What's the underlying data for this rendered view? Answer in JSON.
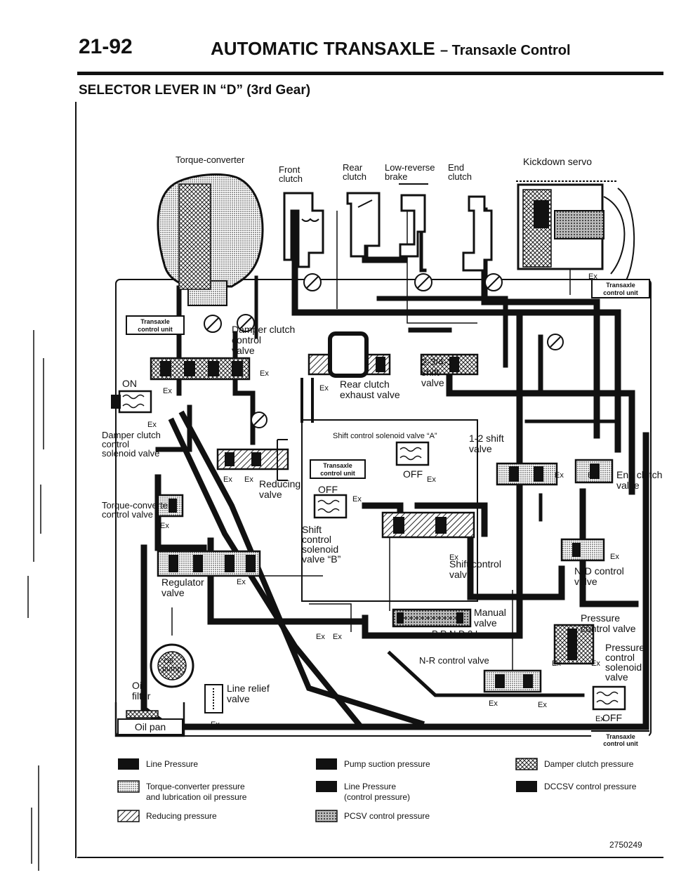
{
  "header": {
    "page_number": "21-92",
    "title": "AUTOMATIC TRANSAXLE",
    "subtitle": "– Transaxle Control"
  },
  "section_title": "SELECTOR LEVER IN “D” (3rd Gear)",
  "diagram": {
    "labels": {
      "torque_converter": "Torque-converter",
      "front_clutch_1": "Front",
      "front_clutch_2": "clutch",
      "rear_clutch_1": "Rear",
      "rear_clutch_2": "clutch",
      "low_reverse_1": "Low-reverse",
      "low_reverse_2": "brake",
      "end_clutch_1": "End",
      "end_clutch_2": "clutch",
      "kickdown_servo": "Kickdown servo",
      "tcu": "Transaxle",
      "tcu_2": "control unit",
      "on": "ON",
      "off": "OFF",
      "ex": "Ex",
      "damper_clutch_control_valve_1": "Damper clutch",
      "damper_clutch_control_valve_2": "control",
      "damper_clutch_control_valve_3": "valve",
      "damper_clutch_solenoid_1": "Damper clutch",
      "damper_clutch_solenoid_2": "control",
      "damper_clutch_solenoid_3": "solenoid valve",
      "shift_234_1": "2-3/4-3",
      "shift_234_2": "shift",
      "shift_234_3": "valve",
      "rear_clutch_exhaust_1": "Rear clutch",
      "rear_clutch_exhaust_2": "exhaust valve",
      "shift_solenoid_a": "Shift control solenoid valve “A”",
      "shift_12_1": "1-2 shift",
      "shift_12_2": "valve",
      "reducing_1": "Reducing",
      "reducing_2": "valve",
      "tc_control_1": "Torque-converter",
      "tc_control_2": "control valve",
      "shift_solenoid_b_1": "Shift",
      "shift_solenoid_b_2": "control",
      "shift_solenoid_b_3": "solenoid",
      "shift_solenoid_b_4": "valve “B”",
      "shift_control_1": "Shift control",
      "shift_control_2": "valve",
      "end_clutch_valve_1": "End clutch",
      "end_clutch_valve_2": "valve",
      "nd_control_1": "N-D control",
      "nd_control_2": "valve",
      "regulator_1": "Regulator",
      "regulator_2": "valve",
      "manual_1": "Manual",
      "manual_2": "valve",
      "prnd2l": "P R N D 2 L",
      "pressure_control_1": "Pressure",
      "pressure_control_2": "control valve",
      "pcsv_1": "Pressure",
      "pcsv_2": "control",
      "pcsv_3": "solenoid",
      "pcsv_4": "valve",
      "nr_control": "N-R control valve",
      "oil_pump_1": "Oil",
      "oil_pump_2": "pump",
      "line_relief_1": "Line relief",
      "line_relief_2": "valve",
      "oil_filter_1": "Oil",
      "oil_filter_2": "filter",
      "oil_pan": "Oil pan"
    },
    "legend": [
      {
        "label_1": "Line Pressure",
        "label_2": "",
        "fill": "solid"
      },
      {
        "label_1": "Torque-converter pressure",
        "label_2": "and lubrication oil pressure",
        "fill": "fine"
      },
      {
        "label_1": "Reducing pressure",
        "label_2": "",
        "fill": "hatch"
      },
      {
        "label_1": "Pump suction pressure",
        "label_2": "",
        "fill": "solid"
      },
      {
        "label_1": "Line Pressure",
        "label_2": "(control pressure)",
        "fill": "solid"
      },
      {
        "label_1": "PCSV control pressure",
        "label_2": "",
        "fill": "dots"
      },
      {
        "label_1": "Damper clutch pressure",
        "label_2": "",
        "fill": "cross"
      },
      {
        "label_1": "DCCSV control pressure",
        "label_2": "",
        "fill": "solid"
      }
    ]
  },
  "figure_number": "2750249",
  "colors": {
    "ink": "#111111",
    "paper": "#ffffff"
  }
}
